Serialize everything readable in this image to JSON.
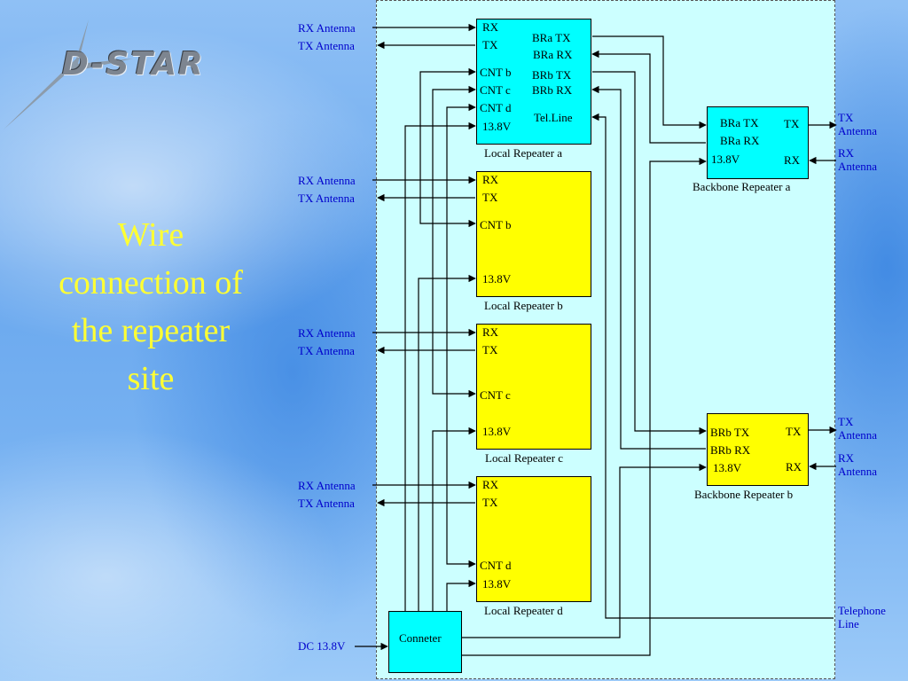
{
  "logo": {
    "text": "D-STAR"
  },
  "slide_title": [
    "Wire",
    "connection of",
    "the repeater",
    "site"
  ],
  "local_a": {
    "caption": "Local Repeater a",
    "ports": [
      "RX",
      "TX",
      "CNT b",
      "CNT c",
      "CNT d",
      "13.8V"
    ],
    "bb_ports": [
      "BRa TX",
      "BRa RX",
      "BRb TX",
      "BRb RX"
    ],
    "tel": "Tel.Line"
  },
  "local_b": {
    "caption": "Local Repeater b",
    "ports": [
      "RX",
      "TX",
      "CNT b",
      "13.8V"
    ]
  },
  "local_c": {
    "caption": "Local Repeater c",
    "ports": [
      "RX",
      "TX",
      "CNT c",
      "13.8V"
    ]
  },
  "local_d": {
    "caption": "Local Repeater d",
    "ports": [
      "RX",
      "TX",
      "CNT d",
      "13.8V"
    ]
  },
  "backbone_a": {
    "caption": "Backbone Repeater a",
    "ports": [
      "BRa TX",
      "BRa RX",
      "13.8V",
      "TX",
      "RX"
    ]
  },
  "backbone_b": {
    "caption": "Backbone Repeater b",
    "ports": [
      "BRb TX",
      "BRb RX",
      "13.8V",
      "TX",
      "RX"
    ]
  },
  "connector": {
    "label": "Conneter"
  },
  "left_labels": {
    "rx": "RX Antenna",
    "tx": "TX Antenna",
    "dc": "DC 13.8V"
  },
  "right_labels": {
    "tx": [
      "TX",
      "Antenna"
    ],
    "rx": [
      "RX",
      "Antenna"
    ],
    "tel": [
      "Telephone",
      "Line"
    ]
  },
  "colors": {
    "local_a": "#00ffff",
    "local_bcd": "#ffff00",
    "backbone": "#00ffff",
    "panel": "#ccffff",
    "label_blue": "#0000cc",
    "title": "#ffff33"
  }
}
